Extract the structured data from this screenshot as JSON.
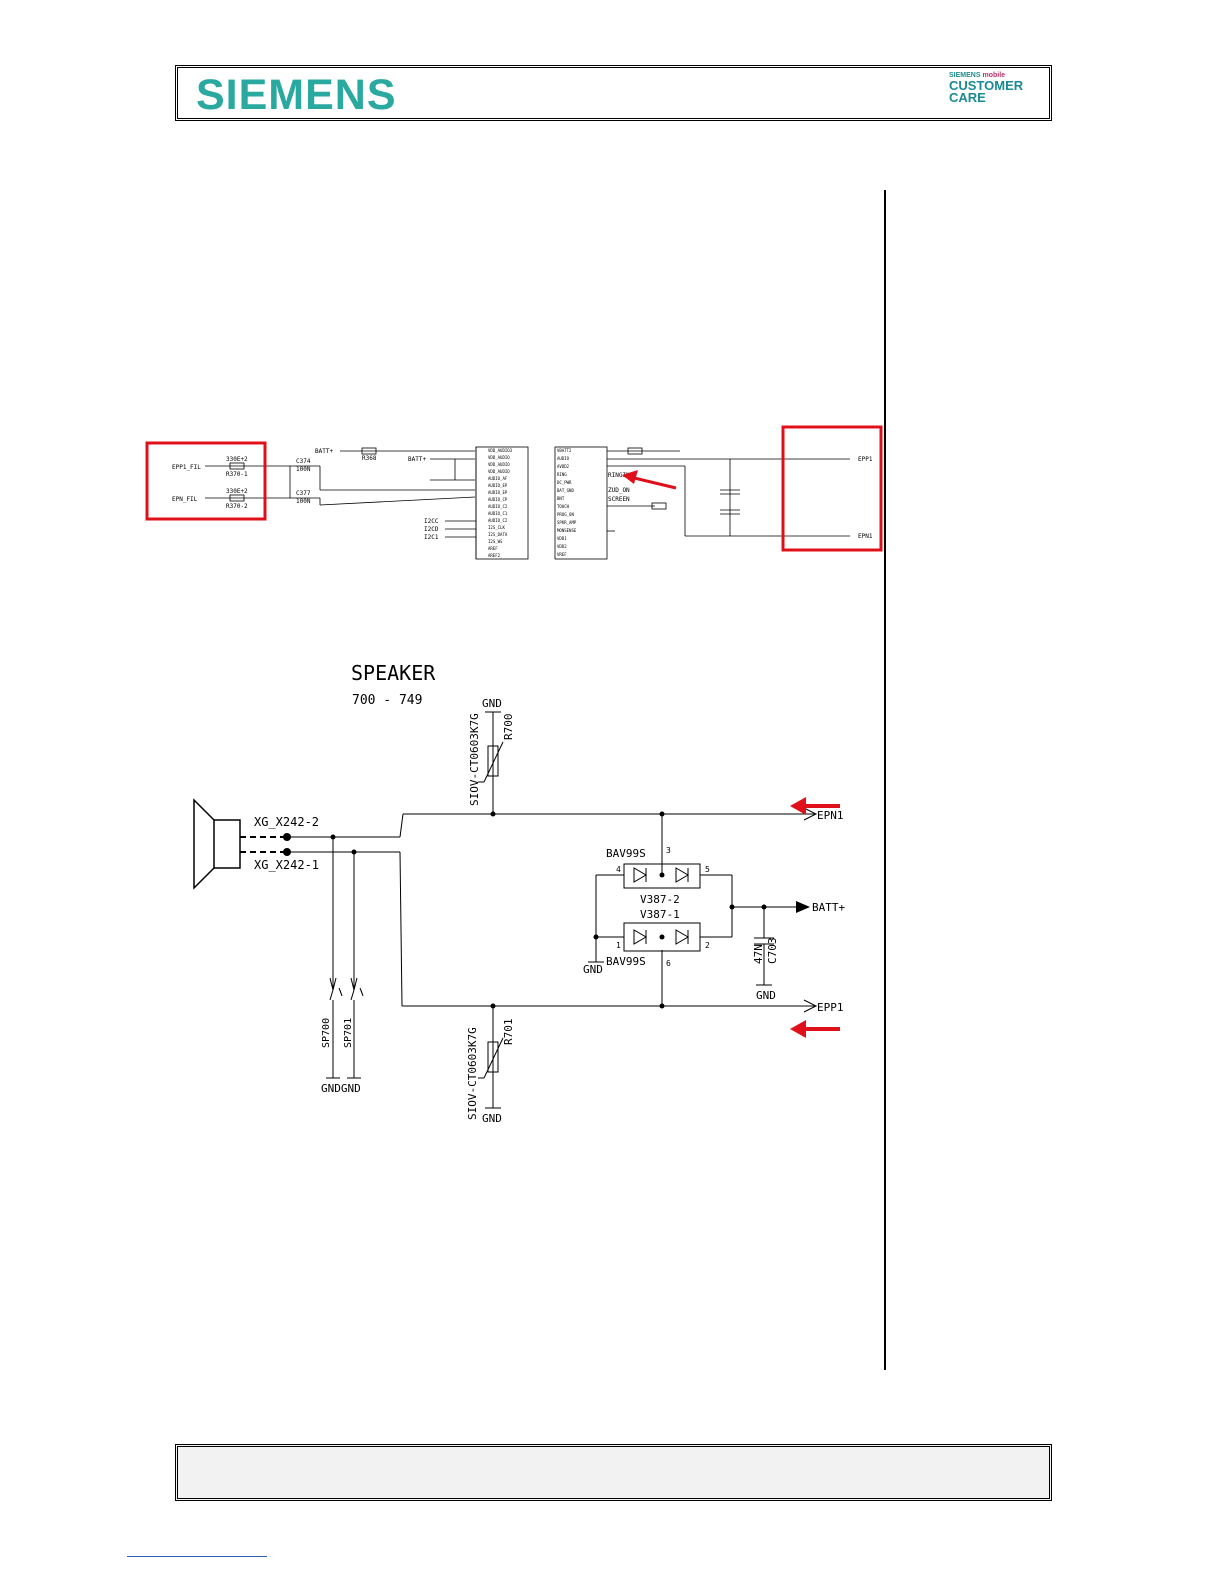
{
  "header": {
    "brand": "SIEMENS",
    "cc_top_brand": "SIEMENS",
    "cc_top_mobile": "mobile",
    "cc_line1": "CUSTOMER",
    "cc_line2": "CARE"
  },
  "top_schematic": {
    "inputs": [
      "EPP1_FIL",
      "EPN_FIL"
    ],
    "input_resistors": [
      "330E+2",
      "R370-1",
      "330E+2",
      "R370-2"
    ],
    "caps": [
      "C374",
      "100N",
      "C377",
      "100N"
    ],
    "batt_labels": [
      "BATT+",
      "R368",
      "BATT+"
    ],
    "ic_left_pins": [
      "VDD_AUDIO3",
      "VDD_AUDIO",
      "VDD_AUDIO",
      "VDD_AUDIO",
      "AUDIO_AF",
      "AUDIO_EP",
      "AUDIO_EP",
      "AUDIO_CP",
      "AUDIO_C2",
      "AUDIO_C1",
      "AUDIO_C2",
      "I2S_CLK",
      "I2S_DATA",
      "I2S_WS",
      "AREF",
      "AREF2"
    ],
    "ic_right_pins": [
      "VBATT2",
      "AUDIO",
      "AVDD2",
      "RING",
      "DC_PWR",
      "BAT_GND",
      "BNT",
      "TOUCH",
      "PROG_ON",
      "SPKR_AMP",
      "MONSENSE",
      "VDD1",
      "VDD2",
      "VREF"
    ],
    "bus_labels": [
      "I2CC",
      "I2CD",
      "I2C1"
    ],
    "mid_labels": [
      "RINGIN",
      "ZUD_ON",
      "SCREEN"
    ],
    "right_outputs": [
      "EPP1",
      "EPN1"
    ]
  },
  "speaker_schematic": {
    "title": "SPEAKER",
    "range": "700 - 749",
    "connectors": [
      "XG_X242-2",
      "XG_X242-1"
    ],
    "varistor_top": {
      "part": "SIOV-CT0603K7G",
      "ref": "R700",
      "gnd": "GND"
    },
    "varistor_bottom": {
      "part": "SIOV-CT0603K7G",
      "ref": "R701",
      "gnd": "GND"
    },
    "diode_top": {
      "part": "BAV99S",
      "ref": "V387-2",
      "pins": [
        "4",
        "3",
        "5"
      ]
    },
    "diode_bottom": {
      "part": "BAV99S",
      "ref": "V387-1",
      "pins": [
        "1",
        "6",
        "2"
      ]
    },
    "diode_gnd": "GND",
    "capacitor": {
      "value": "47N",
      "ref": "C703",
      "gnd": "GND"
    },
    "spark_gaps": [
      "SP700",
      "SP701"
    ],
    "spark_gnd": "GNDGND",
    "nets": [
      "EPN1",
      "BATT+",
      "EPP1"
    ]
  },
  "colors": {
    "brand": "#2aa9a0",
    "highlight": "#e0101a",
    "line": "#000000"
  }
}
